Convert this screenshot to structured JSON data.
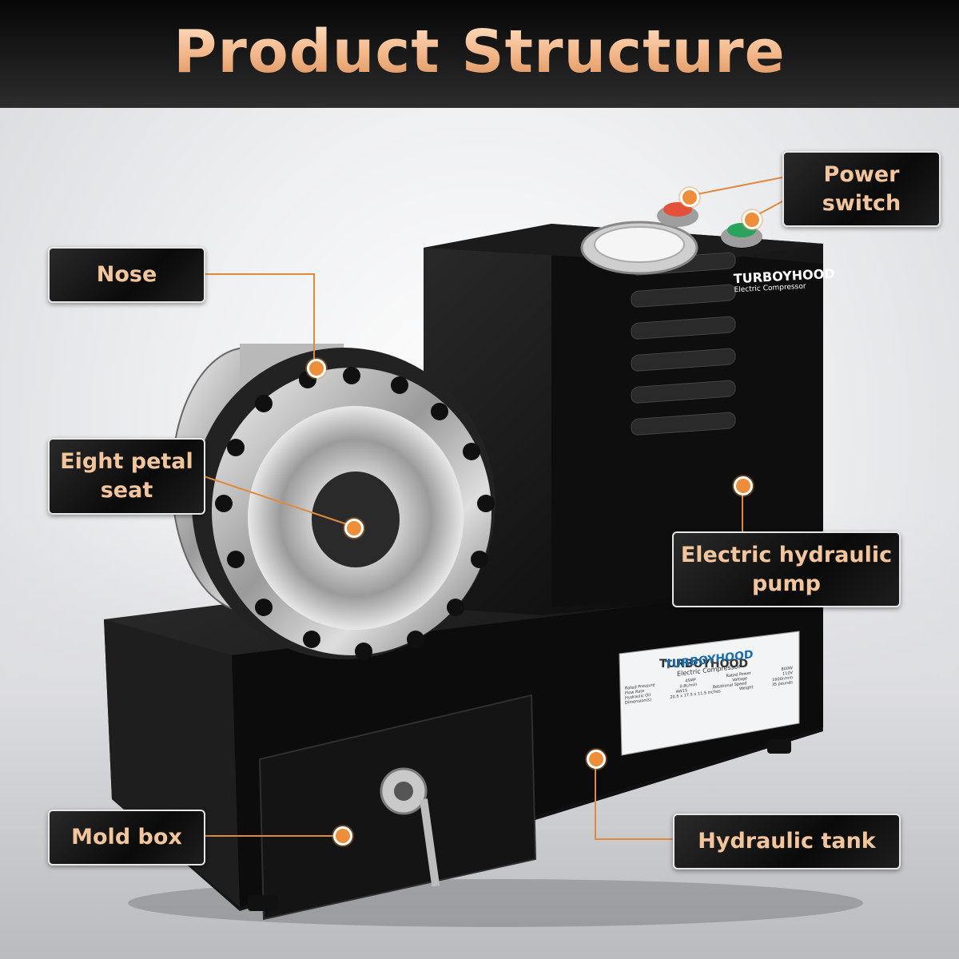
{
  "header": {
    "title": "Product Structure"
  },
  "labels": {
    "nose": "Nose",
    "eight_petal_seat_line1": "Eight petal",
    "eight_petal_seat_line2": "seat",
    "mold_box": "Mold box",
    "power_switch_line1": "Power",
    "power_switch_line2": "switch",
    "electric_pump_line1": "Electric hydraulic",
    "electric_pump_line2": "pump",
    "hydraulic_tank": "Hydraulic tank"
  },
  "machine": {
    "brand": "TURBOYHOOD",
    "brand_sub": "Electric Compressor",
    "plate": {
      "title": "TURBOYHOOD",
      "subtitle": "Electric Compressor",
      "rows": [
        {
          "k1": "Rated Pressure",
          "v1": "45MP",
          "k2": "Rated Power",
          "v2": "800W"
        },
        {
          "k1": "Flow Rate",
          "v1": "0.8L/min",
          "k2": "Voltage",
          "v2": "110V"
        },
        {
          "k1": "Hydraulic Oil",
          "v1": "AW15",
          "k2": "Rotational Speed",
          "v2": "1600r/min"
        },
        {
          "k1": "Dimension(s)",
          "v1": "20.5 x 17.5 x 11.5 inches",
          "k2": "Weight",
          "v2": "35 pounds"
        }
      ]
    }
  },
  "colors": {
    "accent": "#ee8e3a",
    "label_text": "#f3c59c",
    "title": "#f2b587"
  }
}
